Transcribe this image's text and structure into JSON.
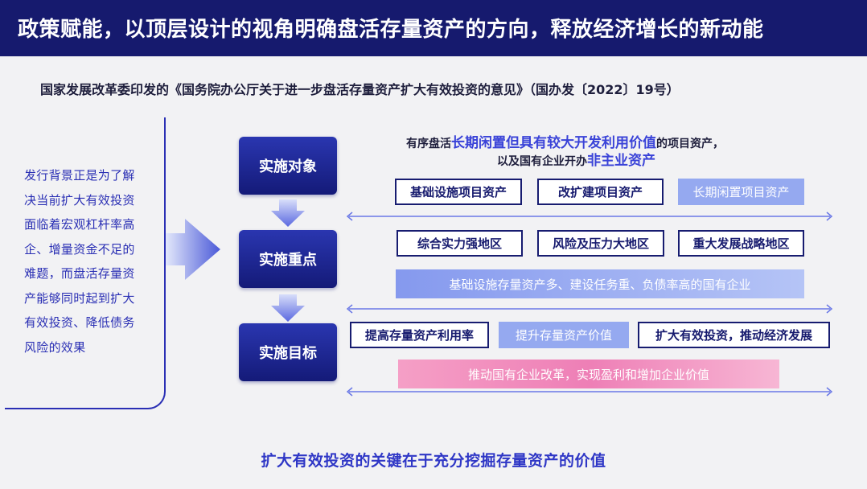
{
  "header": {
    "title": "政策赋能，以顶层设计的视角明确盘活存量资产的方向，释放经济增长的新动能"
  },
  "document": {
    "title": "国家发展改革委印发的《国务院办公厅关于进一步盘活存量资产扩大有效投资的意见》（国办发〔2022〕19号）"
  },
  "background": {
    "text": "发行背景正是为了解决当前扩大有效投资面临着宏观杠杆率高企、增量资金不足的难题，而盘活存量资产能够同时起到扩大有效投资、降低债务风险的效果"
  },
  "stages": [
    {
      "label": "实施对象"
    },
    {
      "label": "实施重点"
    },
    {
      "label": "实施目标"
    }
  ],
  "object": {
    "intro_prefix": "有序盘活",
    "intro_highlight": "长期闲置但具有较大开发利用价值",
    "intro_suffix": "的项目资产，",
    "line2_prefix": "以及国有企业开办",
    "line2_highlight": "非主业资产",
    "items": [
      "基础设施项目资产",
      "改扩建项目资产",
      "长期闲置项目资产"
    ]
  },
  "focus": {
    "items": [
      "综合实力强地区",
      "风险及压力大地区",
      "重大发展战略地区"
    ],
    "banner": "基础设施存量资产多、建设任务重、负债率高的国有企业"
  },
  "goal": {
    "items": [
      "提高存量资产利用率",
      "提升存量资产价值",
      "扩大有效投资，推动经济发展"
    ],
    "banner": "推动国有企业改革，实现盈利和增加企业价值"
  },
  "footer": {
    "text": "扩大有效投资的关键在于充分挖掘存量资产的价值"
  },
  "colors": {
    "navy": "#161a6e",
    "accent": "#3a43d8",
    "light_box": "#95a9f0",
    "pink": "#f07fb4",
    "background": "#f2f2f4"
  }
}
